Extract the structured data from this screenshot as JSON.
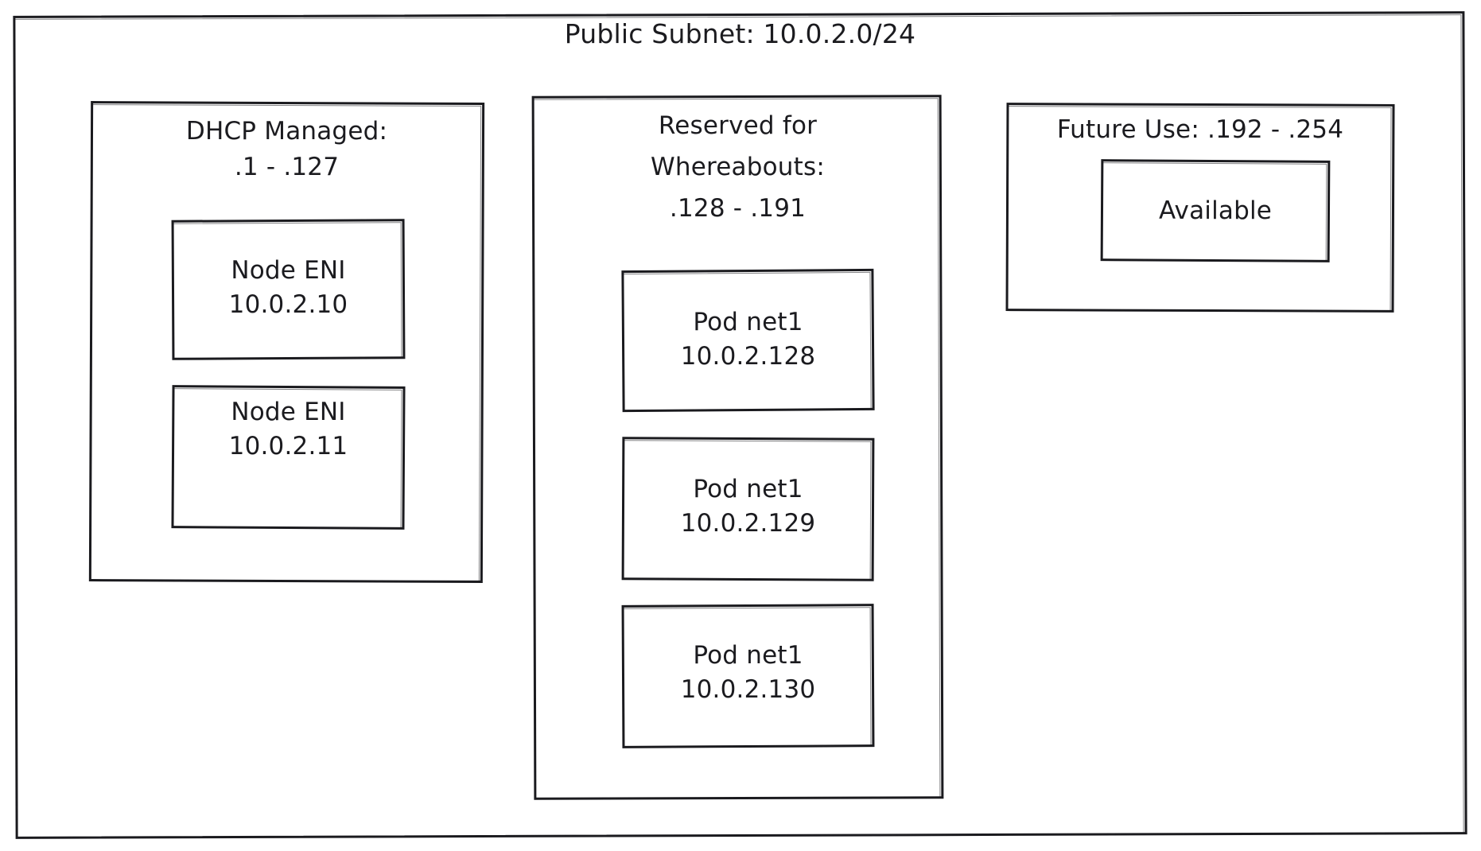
{
  "diagram": {
    "title": "Public Subnet: 10.0.2.0/24",
    "style": {
      "stroke": "#1b1b1f",
      "background": "#ffffff",
      "look": "hand-drawn"
    },
    "groups": [
      {
        "id": "dhcp-managed",
        "title": "DHCP Managed:\n.1 - .127",
        "title_line1": "DHCP Managed:",
        "title_line2": ".1 - .127",
        "items": [
          {
            "line1": "Node ENI",
            "line2": "10.0.2.10"
          },
          {
            "line1": "Node ENI",
            "line2": "10.0.2.11"
          }
        ]
      },
      {
        "id": "reserved-whereabouts",
        "title": "Reserved for\nWhereabouts:\n.128 - .191",
        "title_line1": "Reserved for",
        "title_line2": "Whereabouts:",
        "title_line3": ".128 - .191",
        "items": [
          {
            "line1": "Pod net1",
            "line2": "10.0.2.128"
          },
          {
            "line1": "Pod net1",
            "line2": "10.0.2.129"
          },
          {
            "line1": "Pod net1",
            "line2": "10.0.2.130"
          }
        ]
      },
      {
        "id": "future-use",
        "title": "Future Use: .192 - .254",
        "items": [
          {
            "line1": "Available"
          }
        ]
      }
    ]
  }
}
